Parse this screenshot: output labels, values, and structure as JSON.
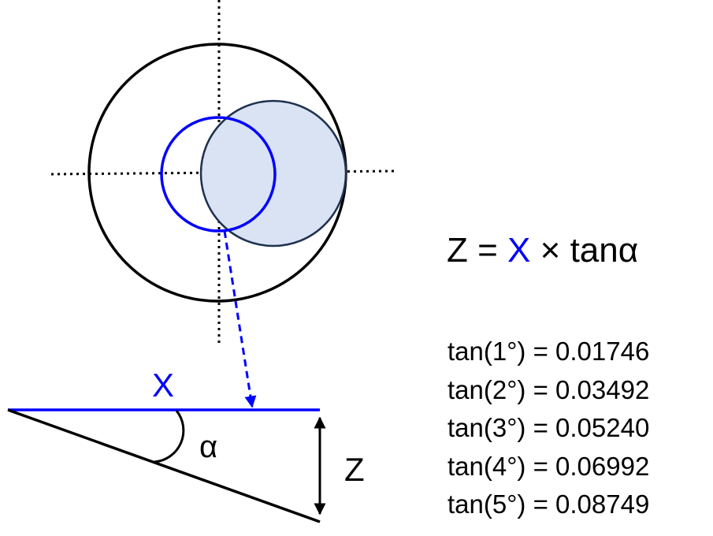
{
  "colors": {
    "black": "#000000",
    "blue": "#0000ff",
    "shaded_fill": "#d9e3f3",
    "shaded_stroke": "#1f3150"
  },
  "diagram": {
    "label_x": "X",
    "label_alpha": "α",
    "label_z": "Z"
  },
  "formula": {
    "lhs": "Z",
    "equals": " = ",
    "x": "X",
    "times": " × ",
    "rhs": "tanα"
  },
  "tan_table": [
    {
      "expr": "tan(1°)",
      "eq": " = ",
      "value": "0.01746"
    },
    {
      "expr": "tan(2°)",
      "eq": " = ",
      "value": "0.03492"
    },
    {
      "expr": "tan(3°)",
      "eq": " = ",
      "value": "0.05240"
    },
    {
      "expr": "tan(4°)",
      "eq": " = ",
      "value": "0.06992"
    },
    {
      "expr": "tan(5°)",
      "eq": " = ",
      "value": "0.08749"
    }
  ]
}
